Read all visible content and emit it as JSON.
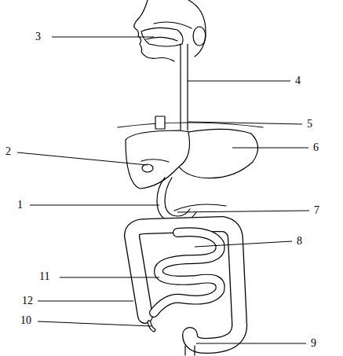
{
  "diagram": {
    "labels": [
      "3",
      "4",
      "5",
      "2",
      "6",
      "1",
      "7",
      "8",
      "11",
      "12",
      "10",
      "9"
    ]
  }
}
